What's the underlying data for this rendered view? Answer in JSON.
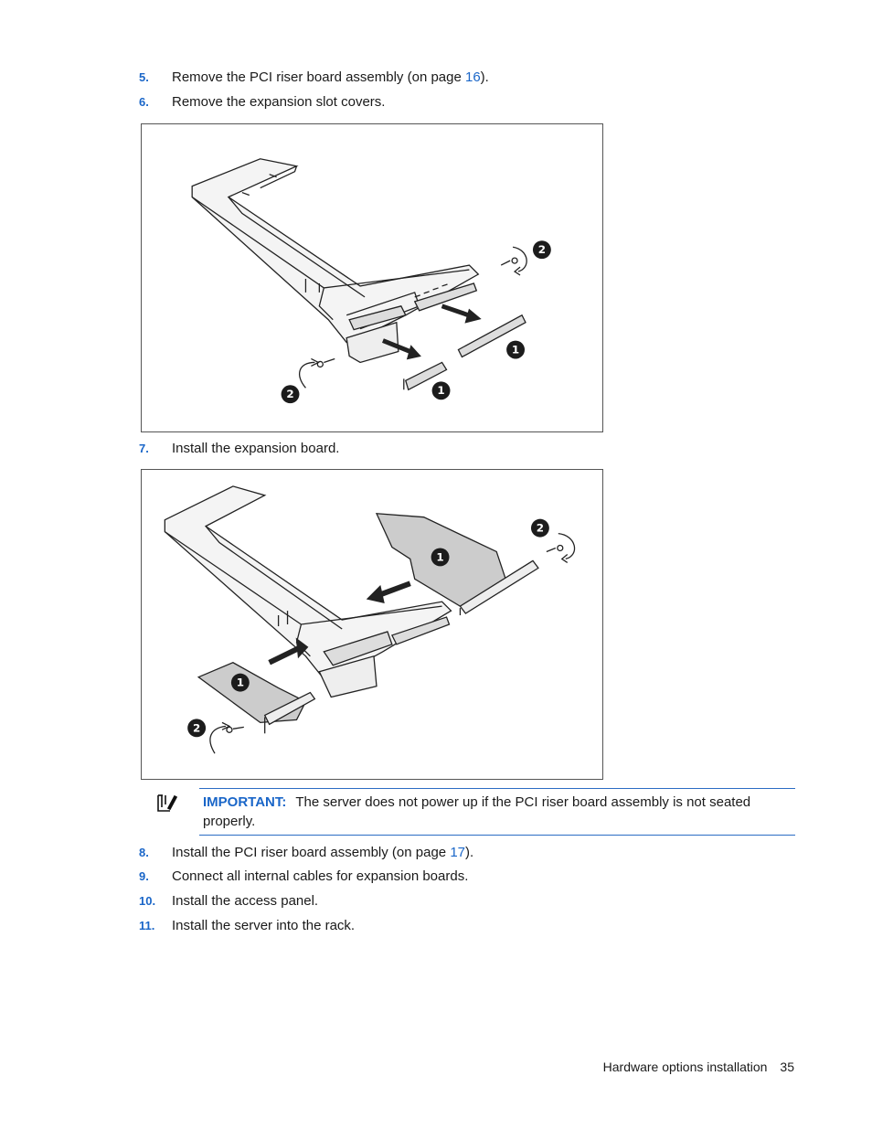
{
  "steps_top": [
    {
      "num": "5.",
      "text_before": "Remove the PCI riser board assembly (on page ",
      "link": "16",
      "text_after": ")."
    },
    {
      "num": "6.",
      "text": "Remove the expansion slot covers."
    }
  ],
  "figure1": {
    "callouts": [
      "2",
      "2",
      "1",
      "1"
    ]
  },
  "step7": {
    "num": "7.",
    "text": "Install the expansion board."
  },
  "figure2": {
    "callouts": [
      "2",
      "1",
      "1",
      "2"
    ]
  },
  "note": {
    "label": "IMPORTANT:",
    "text": "The server does not power up if the PCI riser board assembly is not seated properly.",
    "icon": "important-icon"
  },
  "steps_bottom": [
    {
      "num": "8.",
      "text_before": "Install the PCI riser board assembly (on page ",
      "link": "17",
      "text_after": ")."
    },
    {
      "num": "9.",
      "text": "Connect all internal cables for expansion boards."
    },
    {
      "num": "10.",
      "text": "Install the access panel."
    },
    {
      "num": "11.",
      "text": "Install the server into the rack."
    }
  ],
  "footer": {
    "section": "Hardware options installation",
    "page": "35"
  },
  "colors": {
    "accent": "#1a66c8",
    "rule": "#2b6cc4"
  }
}
